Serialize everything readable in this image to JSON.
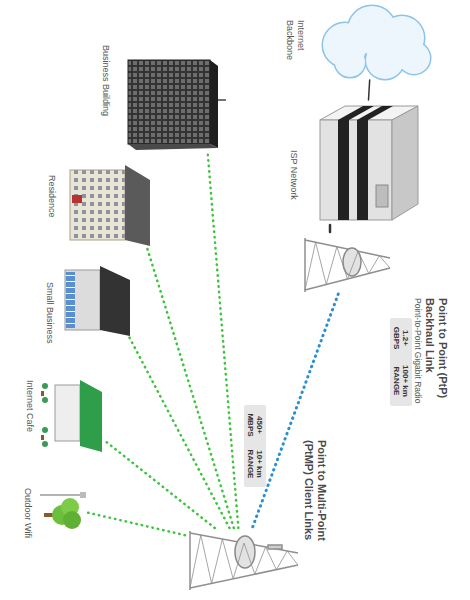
{
  "diagram": {
    "nodes": [
      {
        "text": [
          "Internet Backbone"
        ]
      },
      {
        "text": [
          "ISP Network"
        ]
      },
      {
        "text": [
          "Point to Point (PtP) Backhaul Link",
          "Point-to-Point Gigabit Radio"
        ]
      },
      {
        "text": [
          "Point to Multi-Point (PtMP) Client Links"
        ]
      },
      {
        "text": [
          "Business Building"
        ]
      },
      {
        "text": [
          "Residence"
        ]
      },
      {
        "text": [
          "Small Business"
        ]
      },
      {
        "text": [
          "Internet Cafe"
        ]
      },
      {
        "text": [
          "Outdoor Wifi"
        ]
      }
    ],
    "edges": [
      {
        "from": 0,
        "to": 1,
        "arrow": "none"
      },
      {
        "from": 1,
        "to": 2,
        "arrow": "none"
      },
      {
        "from": 2,
        "to": 3,
        "arrow": "none"
      },
      {
        "from": 3,
        "to": 4,
        "arrow": "none"
      },
      {
        "from": 3,
        "to": 5,
        "arrow": "none"
      },
      {
        "from": 3,
        "to": 6,
        "arrow": "none"
      },
      {
        "from": 3,
        "to": 7,
        "arrow": "none"
      },
      {
        "from": 3,
        "to": 8,
        "arrow": "none"
      }
    ],
    "labels": [
      "1.2+ GBPS",
      "100+ km RANGE",
      "450+ MBPS",
      "10+ km RANGE"
    ]
  }
}
